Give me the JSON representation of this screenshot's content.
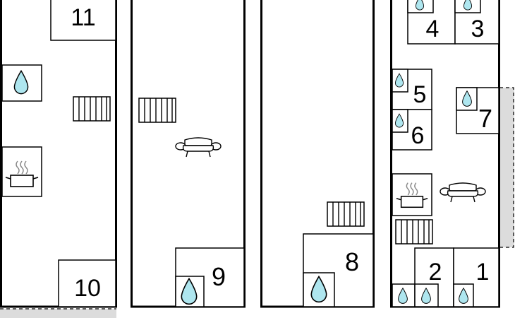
{
  "labels": {
    "room_1": "1",
    "room_2": "2",
    "room_3": "3",
    "room_4": "4",
    "room_5": "5",
    "room_6": "6",
    "room_7": "7",
    "room_8": "8",
    "room_9": "9",
    "room_10": "10",
    "room_11": "11"
  },
  "icons": {
    "water": "water-drop-icon",
    "heater": "radiator-icon",
    "sofa": "sofa-icon",
    "kitchen": "cooking-pot-icon"
  },
  "colors": {
    "water_fill": "#aee6ef",
    "balcony_fill": "#dcdcdc",
    "line": "#000000"
  }
}
